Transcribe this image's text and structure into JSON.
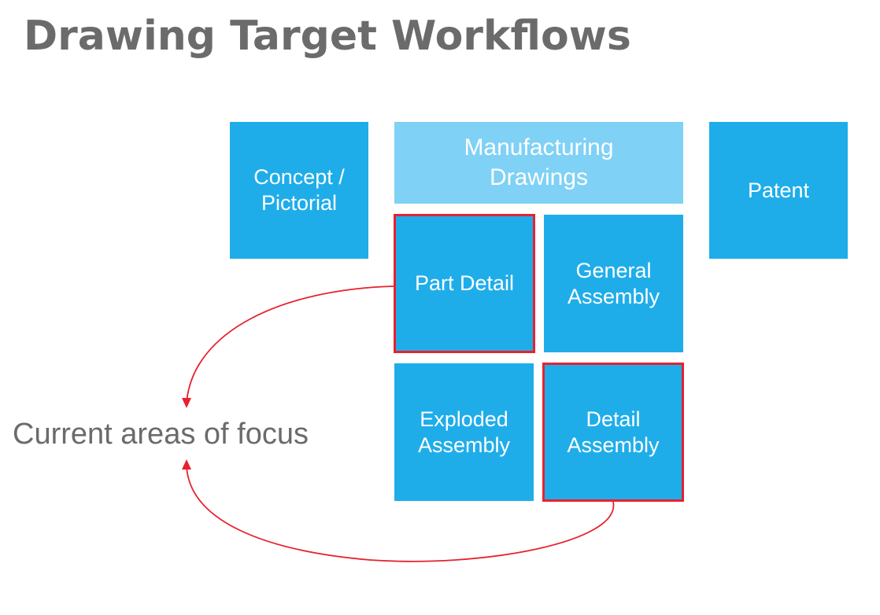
{
  "title": "Drawing Target Workflows",
  "boxes": {
    "concept": "Concept /\nPictorial",
    "manufacturing": "Manufacturing\nDrawings",
    "patent": "Patent",
    "part_detail": "Part Detail",
    "general_assembly": "General\nAssembly",
    "exploded_assembly": "Exploded\nAssembly",
    "detail_assembly": "Detail\nAssembly"
  },
  "focus_label": "Current areas of focus",
  "colors": {
    "box_fill": "#1fadea",
    "header_fill": "#7fd1f5",
    "highlight": "#e8212e",
    "text_gray": "#6b6b6b"
  }
}
